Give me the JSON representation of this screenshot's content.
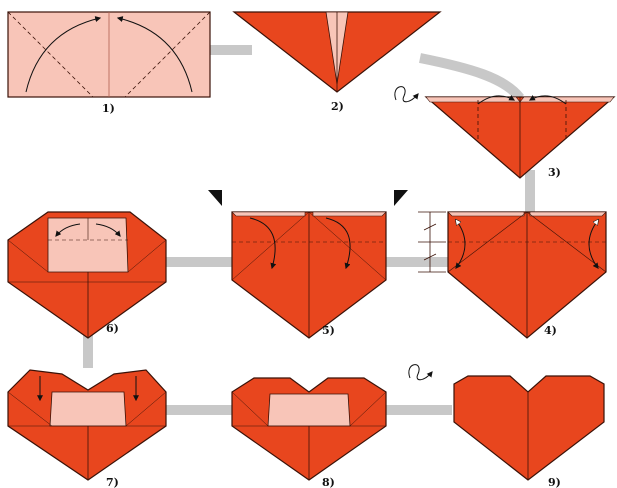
{
  "colors": {
    "paper_front": "#e8461e",
    "paper_back": "#f8c5b8",
    "outline": "#3a1208",
    "connector": "#c8c8c8",
    "arrow": "#111111"
  },
  "icons": [
    "fold-arrow-icon",
    "turn-over-icon",
    "press-marker-icon"
  ],
  "steps": [
    {
      "label": "1)"
    },
    {
      "label": "2)"
    },
    {
      "label": "3)"
    },
    {
      "label": "4)"
    },
    {
      "label": "5)"
    },
    {
      "label": "6)"
    },
    {
      "label": "7)"
    },
    {
      "label": "8)"
    },
    {
      "label": "9)"
    }
  ]
}
